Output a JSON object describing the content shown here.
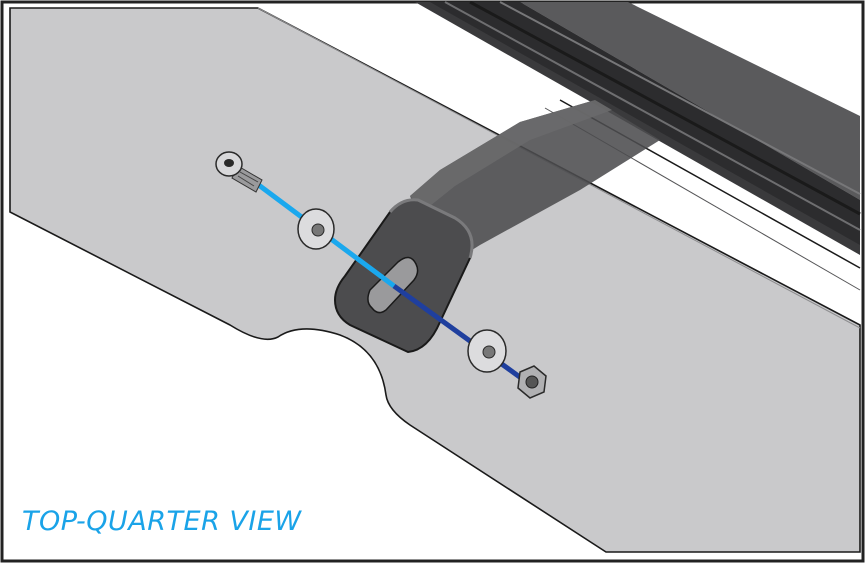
{
  "view_label": "TOP-QUARTER VIEW",
  "colors": {
    "label": "#1aa3e8",
    "hardware_line_front": "#1aa8ee",
    "hardware_line_rear": "#1f3f9e",
    "panel_fill": "#c9c9cb",
    "panel_edge": "#1a1a1a",
    "rail_dark": "#3a3a3c",
    "bracket_fill": "#4c4c4e",
    "frame": "#222222"
  },
  "parts": [
    "bolt",
    "washer-front",
    "bracket",
    "washer-rear",
    "nut"
  ]
}
